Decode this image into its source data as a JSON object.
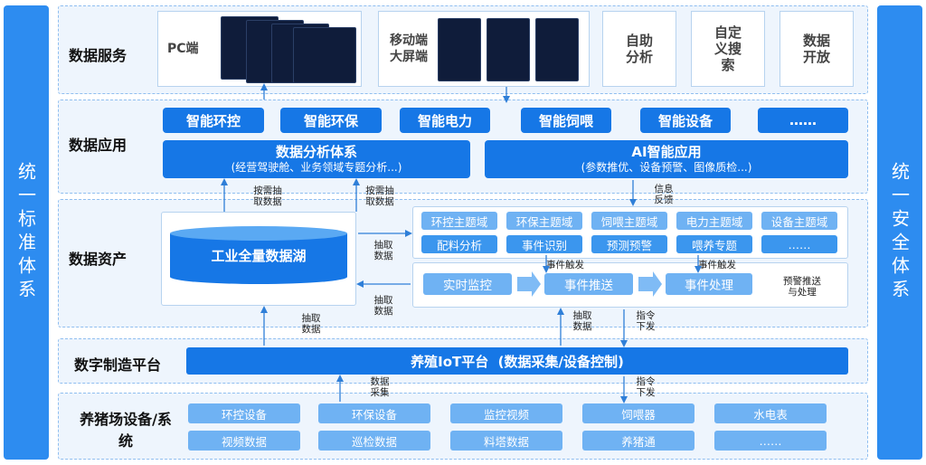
{
  "left_bar": {
    "label": "统一标准体系"
  },
  "right_bar": {
    "label": "统一安全体系"
  },
  "data_service": {
    "title": "数据服务",
    "pc_label": "PC端",
    "mobile_label": "移动端大屏端",
    "items": [
      "自助分析",
      "自定义搜索",
      "数据开放"
    ]
  },
  "data_application": {
    "title": "数据应用",
    "buttons": [
      "智能环控",
      "智能环保",
      "智能电力",
      "智能饲喂",
      "智能设备",
      "……"
    ],
    "analysis": {
      "title": "数据分析体系",
      "subtitle": "(经营驾驶舱、业务领域专题分析...)"
    },
    "ai": {
      "title": "AI智能应用",
      "subtitle": "(参数推优、设备预警、图像质检...)"
    }
  },
  "data_assets": {
    "title": "数据资产",
    "lake": "工业全量数据湖",
    "domains_row1": [
      "环控主题域",
      "环保主题域",
      "饲喂主题域",
      "电力主题域",
      "设备主题域"
    ],
    "domains_row2": [
      "配料分析",
      "事件识别",
      "预测预警",
      "喂养专题",
      "……"
    ],
    "flow": [
      "实时监控",
      "事件推送",
      "事件处理"
    ],
    "flow_note": "预警推送与处理",
    "trigger1": "事件触发",
    "trigger2": "事件触发"
  },
  "platform": {
    "title": "数字制造平台",
    "bar": "养殖IoT平台  (数据采集/设备控制)"
  },
  "devices": {
    "title": "养猪场设备/系统",
    "row1": [
      "环控设备",
      "环保设备",
      "监控视频",
      "饲喂器",
      "水电表"
    ],
    "row2": [
      "视频数据",
      "巡检数据",
      "料塔数据",
      "养猪通",
      "……"
    ]
  },
  "annotations": {
    "on_demand_a": "按需抽取数据",
    "on_demand_b": "按需抽取数据",
    "info_feedback": "信息反馈",
    "extract_a": "抽取数据",
    "extract_b": "抽取数据",
    "extract_c": "抽取数据",
    "extract_d": "抽取数据",
    "command_a": "指令下发",
    "data_collect": "数据采集",
    "command_b": "指令下发"
  },
  "colors": {
    "primary": "#1677e6",
    "light": "#3b96ee",
    "side": "#2d8cf0",
    "layer_bg": "#eef5fd"
  }
}
